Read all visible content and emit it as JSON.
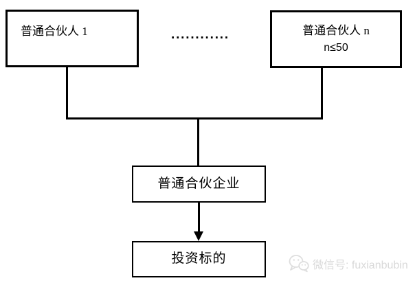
{
  "diagram": {
    "type": "flowchart",
    "nodes": [
      {
        "id": "general-partner-1",
        "label": "普通合伙人 1"
      },
      {
        "id": "general-partner-n",
        "label": "普通合伙人 n",
        "sublabel": "n≤50"
      },
      {
        "id": "general-partnership",
        "label": "普通合伙企业"
      },
      {
        "id": "investment-target",
        "label": "投资标的"
      }
    ],
    "ellipsis": "............",
    "edges": [
      {
        "from": "general-partner-1",
        "to": "general-partnership",
        "arrow": false
      },
      {
        "from": "general-partner-n",
        "to": "general-partnership",
        "arrow": false
      },
      {
        "from": "general-partnership",
        "to": "investment-target",
        "arrow": true
      }
    ]
  },
  "watermark": {
    "icon": "wechat-icon",
    "label": "微信号: fuxianbubin",
    "color": "#d9d9d9"
  },
  "colors": {
    "background": "#ffffff",
    "box_border": "#000000",
    "line": "#000000",
    "text": "#000000"
  }
}
